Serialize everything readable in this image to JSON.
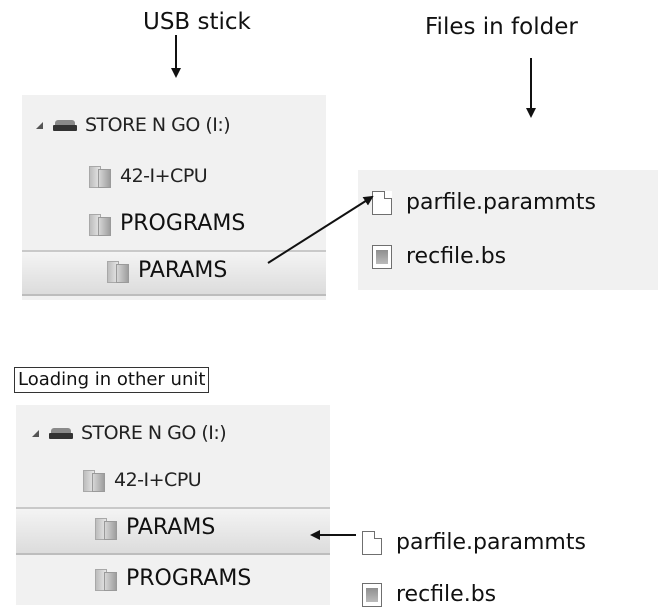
{
  "headings": {
    "usb": "USB stick",
    "files": "Files in folder"
  },
  "note": "Loading in other unit",
  "top": {
    "drive": "STORE N GO (I:)",
    "folders": [
      "42-I+CPU",
      "PROGRAMS",
      "PARAMS"
    ],
    "files": [
      "parfile.parammts",
      "recfile.bs"
    ]
  },
  "bottom": {
    "drive": "STORE N GO (I:)",
    "folders": [
      "42-I+CPU",
      "PARAMS",
      "PROGRAMS"
    ],
    "files": [
      "parfile.parammts",
      "recfile.bs"
    ]
  },
  "icons": {
    "drive": "usb-drive-icon",
    "folder": "folder-icon",
    "document": "document-icon",
    "data_file": "data-file-icon"
  }
}
